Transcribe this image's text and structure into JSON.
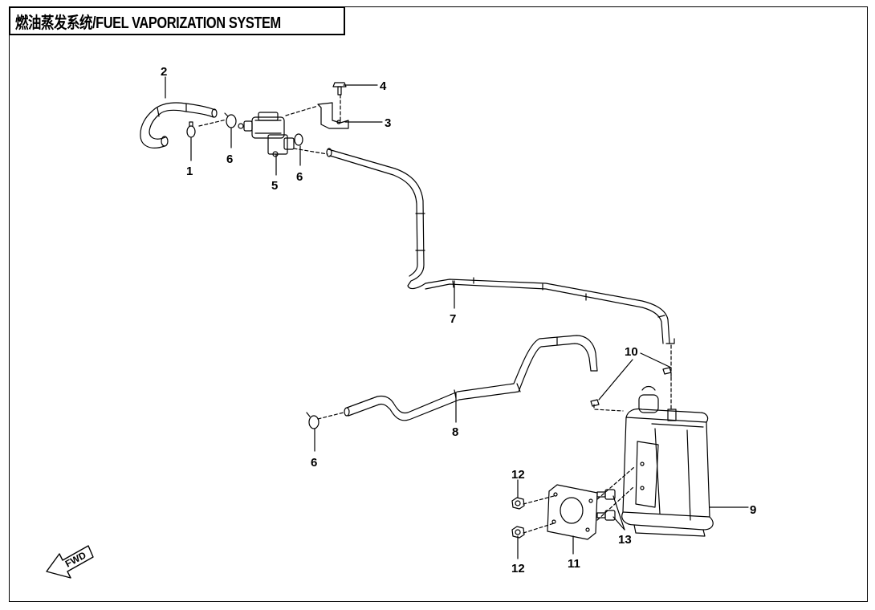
{
  "title": "燃油蒸发系统/FUEL VAPORIZATION SYSTEM",
  "fwd_label": "FWD",
  "callouts": {
    "c1": "1",
    "c2": "2",
    "c3": "3",
    "c4": "4",
    "c5": "5",
    "c6a": "6",
    "c6b": "6",
    "c6c": "6",
    "c7": "7",
    "c8": "8",
    "c9": "9",
    "c10": "10",
    "c11": "11",
    "c12a": "12",
    "c12b": "12",
    "c13": "13"
  },
  "colors": {
    "line": "#000000",
    "background": "#ffffff"
  }
}
